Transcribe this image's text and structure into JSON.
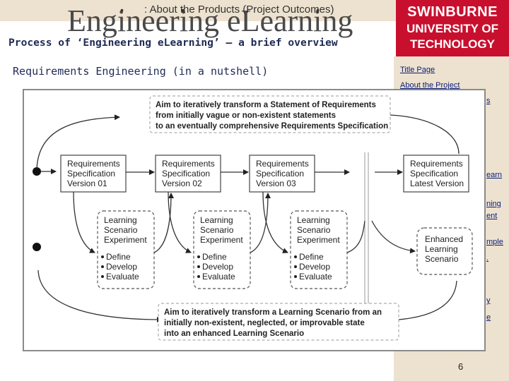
{
  "header": {
    "title": "Engineering eLearning",
    "breadcrumb": ":  About the Products (Project Outcomes)",
    "subtitle": "Process of ‘Engineering eLearning’ – a brief overview"
  },
  "logo": {
    "line1": "SWINBURNE",
    "line2": "UNIVERSITY OF",
    "line3": "TECHNOLOGY"
  },
  "section_heading": "Requirements Engineering (in a nutshell)",
  "sidebar": {
    "links": [
      "Title Page",
      "About the Project"
    ],
    "fragments": [
      "s",
      "earn",
      "ning",
      "ent",
      "mple",
      ".",
      "y",
      "e"
    ]
  },
  "page_number": "6",
  "diagram": {
    "top_aim": [
      "Aim to iteratively transform a Statement of Requirements",
      "from initially vague or non-existent statements",
      "to an eventually comprehensive Requirements Specification"
    ],
    "req_boxes": [
      [
        "Requirements",
        "Specification",
        "Version 01"
      ],
      [
        "Requirements",
        "Specification",
        "Version 02"
      ],
      [
        "Requirements",
        "Specification",
        "Version 03"
      ],
      [
        "Requirements",
        "Specification",
        "Latest Version"
      ]
    ],
    "lse_boxes": [
      [
        "Learning",
        "Scenario",
        "Experiment"
      ],
      [
        "Learning",
        "Scenario",
        "Experiment"
      ],
      [
        "Learning",
        "Scenario",
        "Experiment"
      ]
    ],
    "steps": [
      "Define",
      "Develop",
      "Evaluate"
    ],
    "enhanced": [
      "Enhanced",
      "Learning",
      "Scenario"
    ],
    "bottom_aim": [
      "Aim to iteratively transform a Learning Scenario from an",
      "initially non-existent, neglected, or improvable state",
      "into an enhanced Learning Scenario"
    ]
  },
  "colors": {
    "brand_red": "#c8102e",
    "band": "#ede2cf",
    "heading_navy": "#1f2a55",
    "link_blue": "#0a1c7a"
  }
}
